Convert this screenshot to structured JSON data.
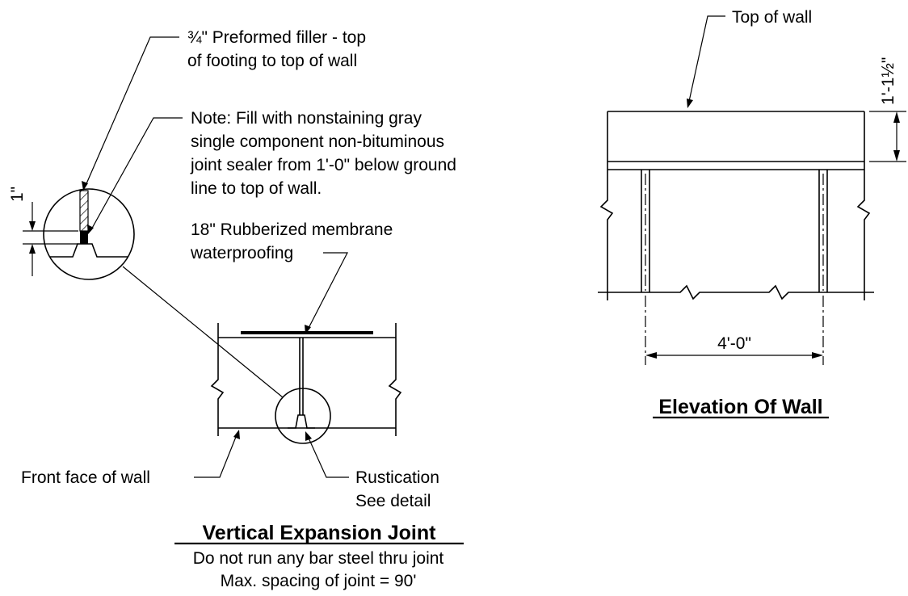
{
  "joint_detail": {
    "filler_label": [
      "¾\" Preformed filler - top",
      "of footing to top of wall"
    ],
    "note_label": [
      "Note: Fill with nonstaining gray",
      "single component non-bituminous",
      "joint sealer from 1'-0\" below ground",
      "line to top of wall."
    ],
    "membrane_label": [
      "18\" Rubberized membrane",
      "waterproofing"
    ],
    "front_face_label": "Front face of wall",
    "rustication_label": [
      "Rustication",
      "See detail"
    ],
    "dimension_1in": "1\"",
    "title": "Vertical Expansion Joint",
    "subtitle": [
      "Do not run any bar steel thru joint",
      "Max. spacing of joint = 90'"
    ]
  },
  "elevation": {
    "top_label": "Top of wall",
    "dimension_height": "1'-1½\"",
    "dimension_width": "4'-0\"",
    "title": "Elevation Of Wall"
  }
}
